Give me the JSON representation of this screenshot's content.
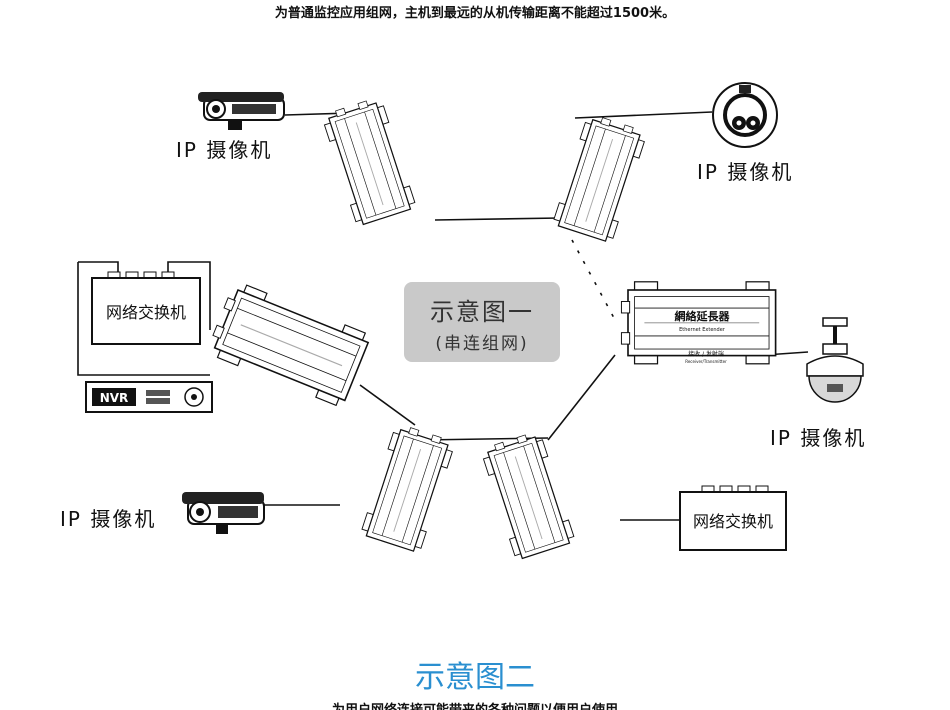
{
  "top_caption": "为普通监控应用组网，主机到最远的从机传输距离不能超过1500米。",
  "camera_label": "IP  摄像机",
  "switch_label": "网络交换机",
  "nvr_label": "NVR",
  "extender_title": "網絡延長器",
  "extender_subtitle": "Ethernet Extender",
  "extender_mode_label": "接收 / 发射端",
  "extender_mode_subtitle": "Receiver/Transmitter",
  "center_title": "示意图一",
  "center_subtitle": "(串连组网)",
  "figure2_title": "示意图二",
  "bottom_text": "为用户网络连接可能带来的各种问题以便用户使用"
}
